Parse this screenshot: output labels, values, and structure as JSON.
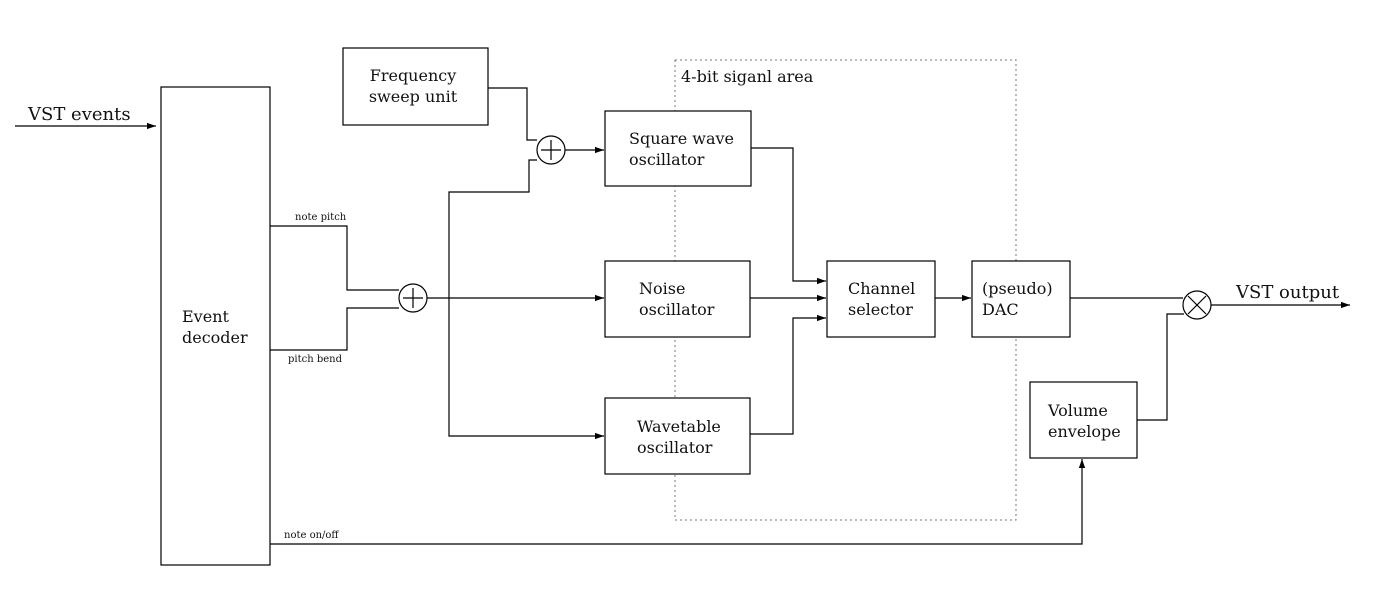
{
  "signal_area_label": "4-bit siganl area",
  "input_label": "VST events",
  "output_label": "VST output",
  "blocks": {
    "frequency_sweep": [
      "Frequency",
      "sweep unit"
    ],
    "event_decoder": [
      "Event",
      "decoder"
    ],
    "square_wave": [
      "Square wave",
      "oscillator"
    ],
    "noise": [
      "Noise",
      "oscillator"
    ],
    "wavetable": [
      "Wavetable",
      "oscillator"
    ],
    "channel_selector": [
      "Channel",
      "selector"
    ],
    "dac": [
      "(pseudo)",
      "DAC"
    ],
    "volume_envelope": [
      "Volume",
      "envelope"
    ]
  },
  "signals": {
    "note_pitch": "note pitch",
    "pitch_bend": "pitch bend",
    "note_onoff": "note on/off"
  },
  "operators": {
    "adder_symbol": "plus",
    "multiplier_symbol": "times"
  }
}
